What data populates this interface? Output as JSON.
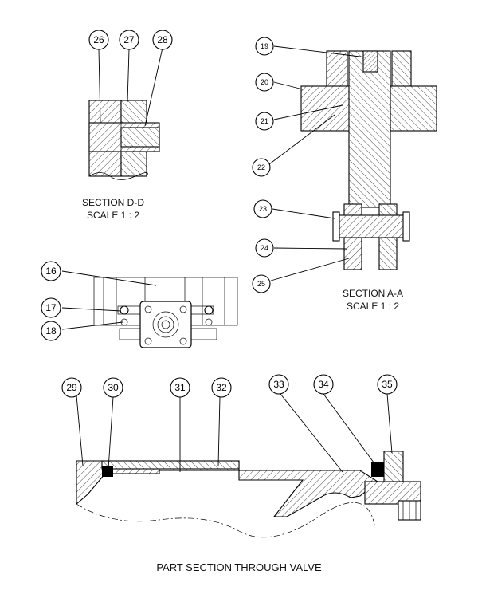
{
  "captions": {
    "section_dd_title": "SECTION D-D",
    "section_dd_scale": "SCALE 1 : 2",
    "section_aa_title": "SECTION A-A",
    "section_aa_scale": "SCALE 1 : 2",
    "main_title": "PART SECTION THROUGH VALVE"
  },
  "balloons": {
    "b16": "16",
    "b17": "17",
    "b18": "18",
    "b19": "19",
    "b20": "20",
    "b21": "21",
    "b22": "22",
    "b23": "23",
    "b24": "24",
    "b25": "25",
    "b26": "26",
    "b27": "27",
    "b28": "28",
    "b29": "29",
    "b30": "30",
    "b31": "31",
    "b32": "32",
    "b33": "33",
    "b34": "34",
    "b35": "35"
  },
  "colors": {
    "line": "#000000",
    "seal": "#000000",
    "background": "#ffffff"
  }
}
